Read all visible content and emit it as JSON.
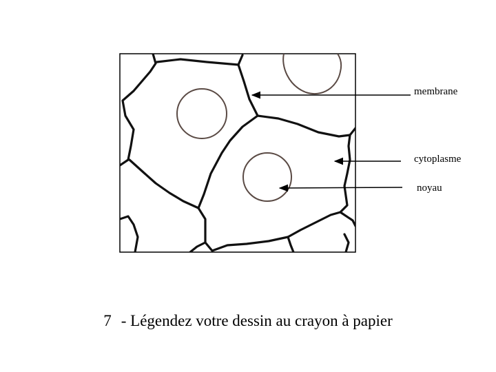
{
  "labels": {
    "membrane": "membrane",
    "cytoplasme": "cytoplasme",
    "noyau": "noyau"
  },
  "caption": {
    "number": "7",
    "text": "- Légendez votre dessin au crayon à papier"
  },
  "colors": {
    "cell_wall": "#111111",
    "nucleus_outline": "#5a4a44",
    "background": "#ffffff",
    "arrow": "#000000"
  }
}
